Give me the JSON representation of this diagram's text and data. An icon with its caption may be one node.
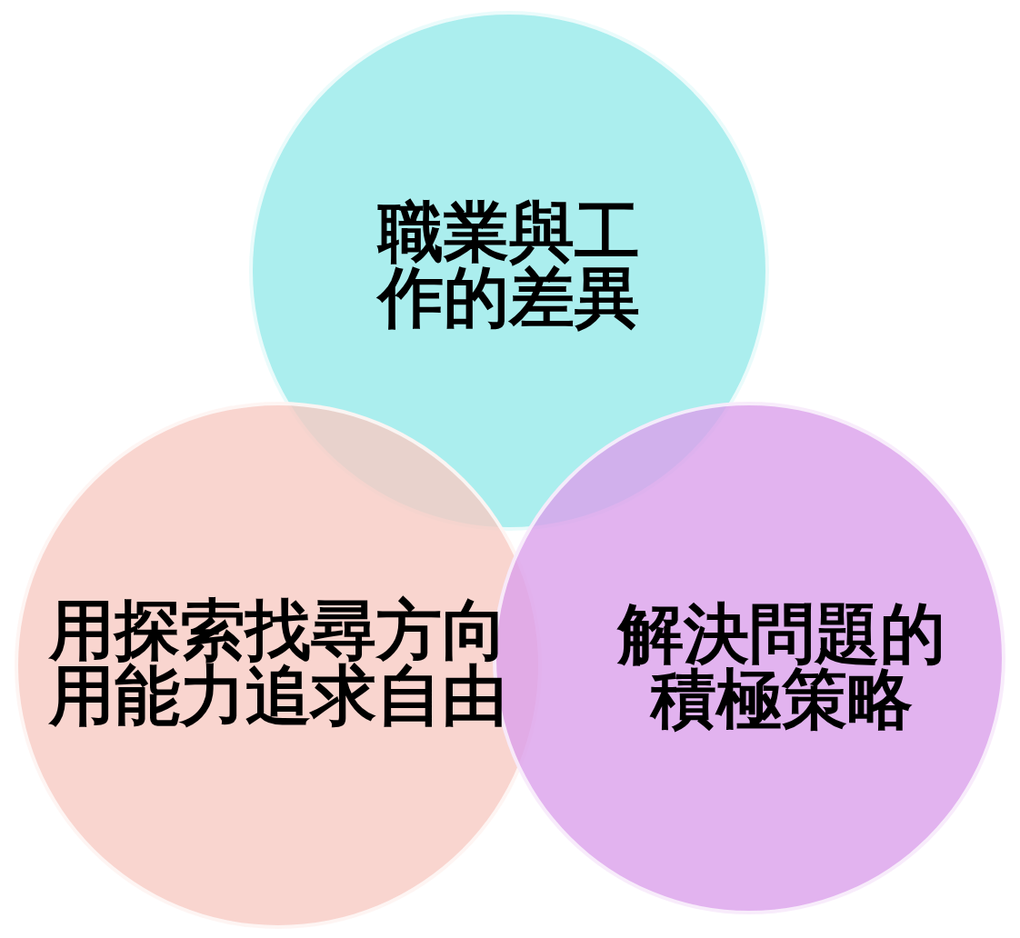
{
  "diagram": {
    "nodes": [
      {
        "text": [
          "職業與工作的差異"
        ]
      },
      {
        "text": [
          "用探索找尋方向",
          "用能力追求自由"
        ]
      },
      {
        "text": [
          "解決問題的積極策略"
        ]
      }
    ]
  }
}
